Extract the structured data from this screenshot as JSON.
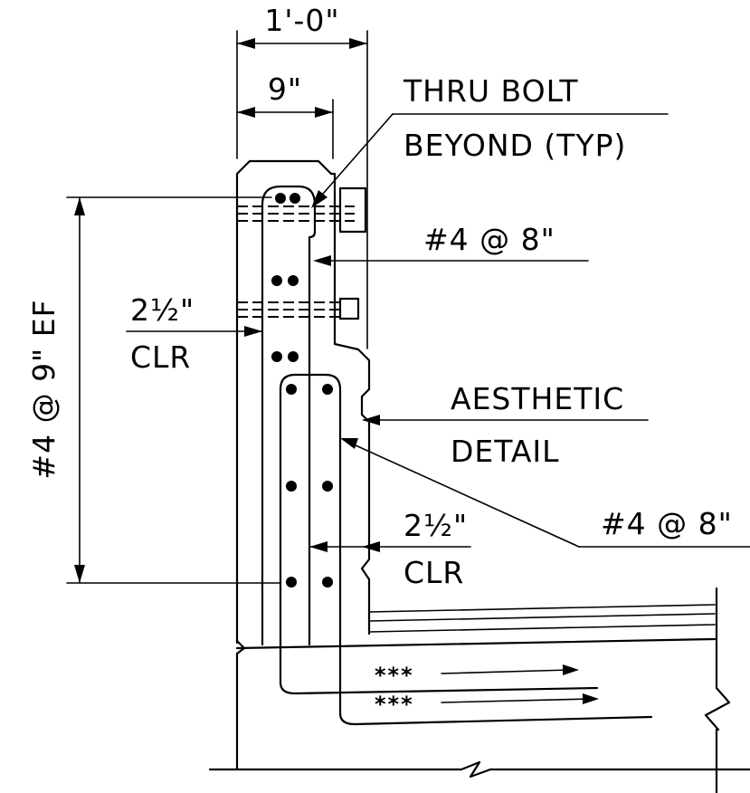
{
  "dims": {
    "overall_width": "1'-0\"",
    "inner_width": "9\""
  },
  "callouts": {
    "thru_bolt_line1": "THRU BOLT",
    "thru_bolt_line2": "BEYOND (TYP)",
    "bar_upper": "#4 @ 8\"",
    "bar_lower": "#4 @ 8\"",
    "aesthetic_line1": "AESTHETIC",
    "aesthetic_line2": "DETAIL",
    "vertical_bars": "#4 @ 9\" EF"
  },
  "clearances": {
    "upper_fraction": "2½\"",
    "upper_clr": "CLR",
    "lower_fraction": "2½\"",
    "lower_clr": "CLR"
  },
  "markers": {
    "bar_row_1": "***",
    "bar_row_2": "***"
  }
}
